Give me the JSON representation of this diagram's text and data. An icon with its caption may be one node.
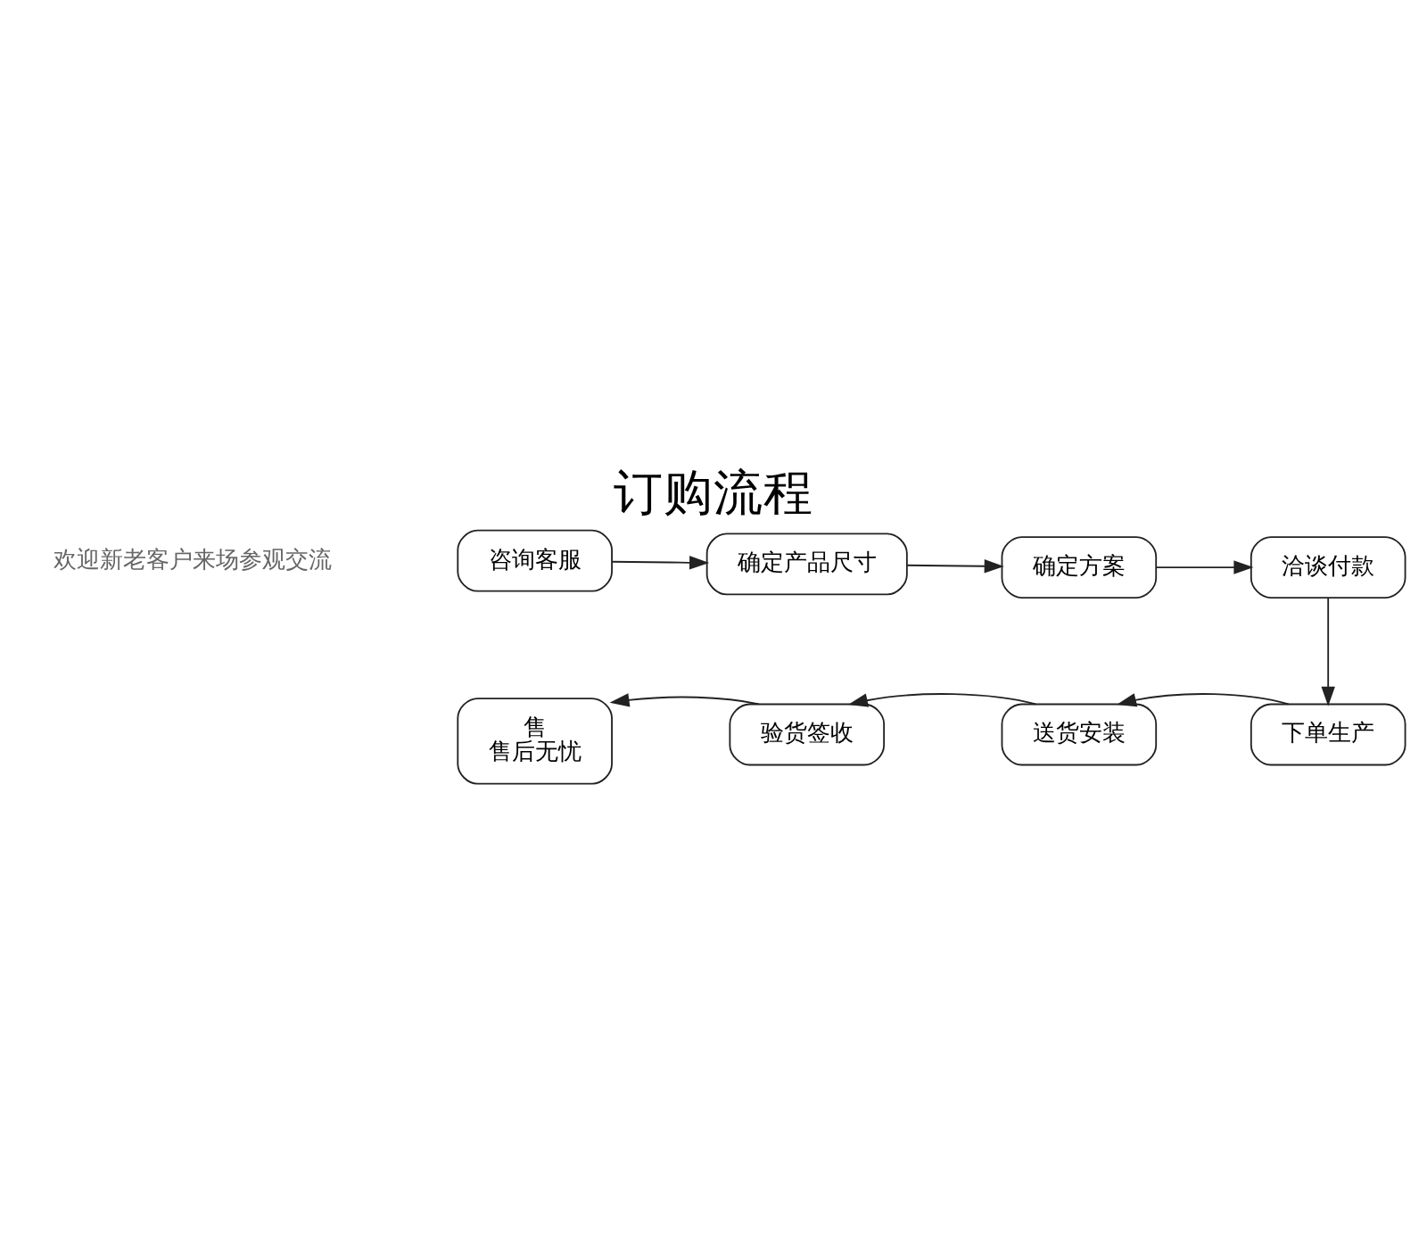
{
  "diagram": {
    "title": "订购流程",
    "nodes": [
      {
        "text": [
          "咨询客服"
        ]
      },
      {
        "text": [
          "确定产品尺寸"
        ]
      },
      {
        "text": [
          "确定方案"
        ]
      },
      {
        "text": [
          "洽谈付款"
        ]
      },
      {
        "text": [
          "下单生产"
        ]
      },
      {
        "text": [
          "送货安装"
        ]
      },
      {
        "text": [
          "验货签收"
        ]
      },
      {
        "text": [
          "售",
          "售后无忧"
        ]
      }
    ],
    "edges": [
      {
        "from": 0,
        "to": 1,
        "arrow": "to"
      },
      {
        "from": 1,
        "to": 2,
        "arrow": "to"
      },
      {
        "from": 2,
        "to": 3,
        "arrow": "to"
      },
      {
        "from": 3,
        "to": 4,
        "arrow": "to"
      },
      {
        "from": 4,
        "to": 5,
        "arrow": "to"
      },
      {
        "from": 5,
        "to": 6,
        "arrow": "to"
      },
      {
        "from": 6,
        "to": 7,
        "arrow": "to"
      }
    ],
    "labels": [
      "欢迎新老客户来场参观交流"
    ]
  }
}
